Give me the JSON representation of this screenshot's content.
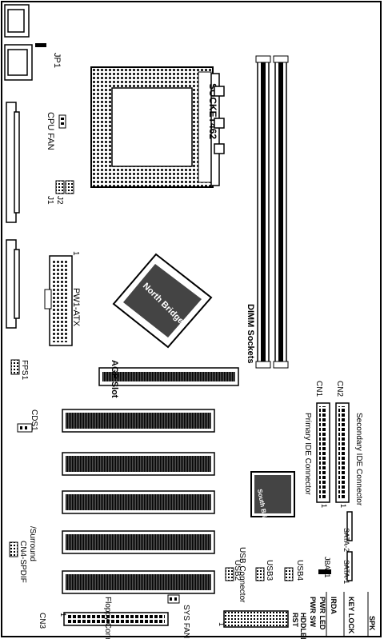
{
  "labels": {
    "jp1": "JP1",
    "cpu_fan": "CPU FAN",
    "socket": "SOCKET462",
    "j1": "J1",
    "j2": "J2",
    "one": "1",
    "pw1_atx": "PW1-ATX",
    "north_bridge": "North Bridge",
    "dimm_sockets": "DIMM Sockets",
    "fps1": "FPS1",
    "agp_slot": "AGP Slot",
    "cds1": "CDS1",
    "cn1": "CN1",
    "cn2": "CN2",
    "primary_ide": "Primary IDE Connector",
    "secondary_ide": "Secondary IDE Connector",
    "south_bridge": "South Bridge",
    "cn4_spdif": "CN4-SPDIF",
    "surround": "/Surround",
    "usb_connector": "USB Connector",
    "usb2": "USB2",
    "usb3": "USB3",
    "usb4": "USB4",
    "jbat1": "JBAT1",
    "sata1": "SATA-1",
    "sata2": "SATA-2",
    "cn3": "CN3",
    "floppy": "Floppy Connector",
    "sys_fan": "SYS FAN",
    "rst": "RST",
    "hddled": "HDDLED",
    "pwr_sw": "PWR SW",
    "pwr_led": "PWR LED",
    "irda": "IRDA",
    "key_lock": "KEY LOCK",
    "spk": "SPK"
  }
}
